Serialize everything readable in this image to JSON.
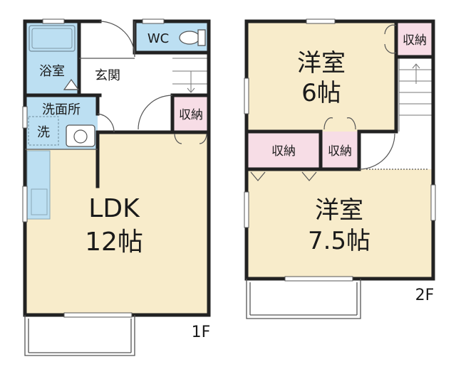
{
  "colors": {
    "wall": "#222222",
    "beige": "#f8eccb",
    "blue": "#bcdff2",
    "pink": "#f7dde6",
    "line": "#555555",
    "white": "#ffffff"
  },
  "floor1": {
    "floor_label": "1F",
    "ldk": {
      "name": "LDK",
      "size": "12帖"
    },
    "bath": "浴室",
    "entrance": "玄関",
    "toilet": "WC",
    "washroom": "洗面所",
    "washer": "洗",
    "closet": "収納"
  },
  "floor2": {
    "floor_label": "2F",
    "room_north": {
      "name": "洋室",
      "size": "6帖"
    },
    "room_south": {
      "name": "洋室",
      "size": "7.5帖"
    },
    "closet_ne": "収納",
    "closet_mid_left": "収納",
    "closet_mid_right": "収納"
  }
}
